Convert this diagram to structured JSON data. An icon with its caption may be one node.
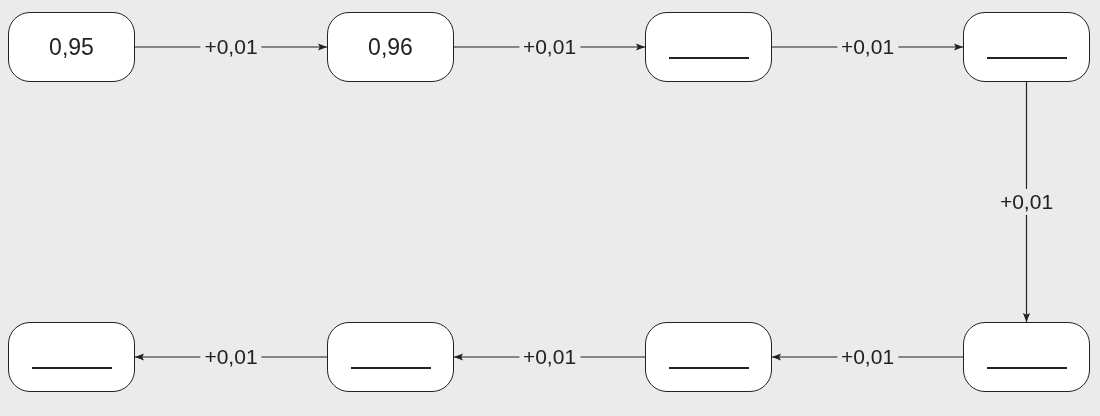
{
  "diagram": {
    "nodes": [
      {
        "text": [
          "0,95"
        ]
      },
      {
        "text": [
          "0,96"
        ]
      },
      {
        "text": [],
        "shape": "box"
      },
      {
        "text": [],
        "shape": "box"
      },
      {
        "text": [],
        "shape": "box"
      },
      {
        "text": [],
        "shape": "box"
      },
      {
        "text": [],
        "shape": "box"
      },
      {
        "text": [],
        "shape": "box"
      }
    ],
    "edges": [
      {
        "from": 0,
        "to": 1,
        "arrow": "to",
        "label": "+0,01"
      },
      {
        "from": 1,
        "to": 2,
        "arrow": "to",
        "label": "+0,01"
      },
      {
        "from": 2,
        "to": 3,
        "arrow": "to",
        "label": "+0,01"
      },
      {
        "from": 3,
        "to": 7,
        "arrow": "to",
        "label": "+0,01"
      },
      {
        "from": 7,
        "to": 6,
        "arrow": "to",
        "label": "+0,01"
      },
      {
        "from": 6,
        "to": 5,
        "arrow": "to",
        "label": "+0,01"
      },
      {
        "from": 5,
        "to": 4,
        "arrow": "to",
        "label": "+0,01"
      }
    ]
  }
}
